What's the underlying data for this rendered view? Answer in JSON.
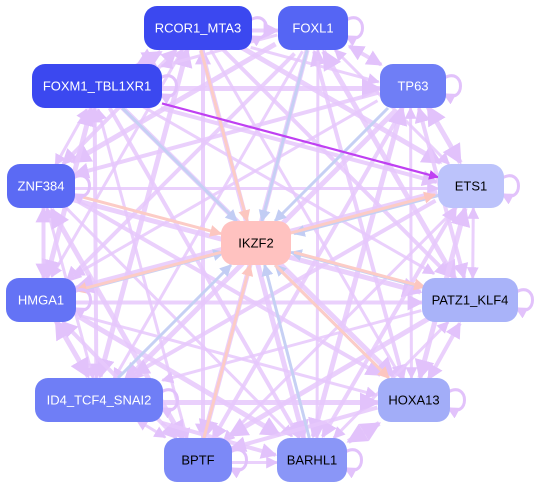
{
  "graph": {
    "colors": {
      "edge_default": "#e6c8fb",
      "edge_blue": "#c6d0f4",
      "edge_peach": "#fcccc6",
      "edge_highlight": "#bf40f2",
      "self_loop": "#e2c2fb"
    },
    "nodes": [
      {
        "id": "RCOR1_MTA3",
        "label": "RCOR1_MTA3",
        "fill": "#3b48f0",
        "text_color": "#ffffff"
      },
      {
        "id": "FOXL1",
        "label": "FOXL1",
        "fill": "#5565f4",
        "text_color": "#ffffff"
      },
      {
        "id": "FOXM1_TBL1XR1",
        "label": "FOXM1_TBL1XR1",
        "fill": "#3b48f0",
        "text_color": "#ffffff"
      },
      {
        "id": "TP63",
        "label": "TP63",
        "fill": "#6f7ef6",
        "text_color": "#ffffff"
      },
      {
        "id": "ZNF384",
        "label": "ZNF384",
        "fill": "#5b6af4",
        "text_color": "#ffffff"
      },
      {
        "id": "ETS1",
        "label": "ETS1",
        "fill": "#bcc3fb",
        "text_color": "#000000"
      },
      {
        "id": "IKZF2",
        "label": "IKZF2",
        "fill": "#ffc2c0",
        "text_color": "#000000"
      },
      {
        "id": "HMGA1",
        "label": "HMGA1",
        "fill": "#6473f5",
        "text_color": "#ffffff"
      },
      {
        "id": "PATZ1_KLF4",
        "label": "PATZ1_KLF4",
        "fill": "#a9b3f9",
        "text_color": "#000000"
      },
      {
        "id": "ID4_TCF4_SNAI2",
        "label": "ID4_TCF4_SNAI2",
        "fill": "#6f7ef6",
        "text_color": "#ffffff"
      },
      {
        "id": "HOXA13",
        "label": "HOXA13",
        "fill": "#a2adf8",
        "text_color": "#000000"
      },
      {
        "id": "BPTF",
        "label": "BPTF",
        "fill": "#7c89f7",
        "text_color": "#000000"
      },
      {
        "id": "BARHL1",
        "label": "BARHL1",
        "fill": "#8a96f7",
        "text_color": "#000000"
      }
    ],
    "edges_to_hub": [
      {
        "from": "RCOR1_MTA3",
        "to": "IKZF2",
        "color": "peach"
      },
      {
        "from": "FOXL1",
        "to": "IKZF2",
        "color": "blue"
      },
      {
        "from": "FOXM1_TBL1XR1",
        "to": "IKZF2",
        "color": "blue"
      },
      {
        "from": "TP63",
        "to": "IKZF2",
        "color": "blue"
      },
      {
        "from": "ZNF384",
        "to": "IKZF2",
        "color": "peach"
      },
      {
        "from": "HMGA1",
        "to": "IKZF2",
        "color": "blue"
      },
      {
        "from": "ID4_TCF4_SNAI2",
        "to": "IKZF2",
        "color": "blue"
      },
      {
        "from": "BPTF",
        "to": "IKZF2",
        "color": "peach"
      },
      {
        "from": "BARHL1",
        "to": "IKZF2",
        "color": "blue"
      },
      {
        "from": "HOXA13",
        "to": "IKZF2",
        "color": "blue"
      },
      {
        "from": "PATZ1_KLF4",
        "to": "IKZF2",
        "color": "blue"
      },
      {
        "from": "ETS1",
        "to": "IKZF2",
        "color": "blue"
      },
      {
        "from": "IKZF2",
        "to": "ETS1",
        "color": "peach"
      },
      {
        "from": "IKZF2",
        "to": "HMGA1",
        "color": "peach"
      },
      {
        "from": "IKZF2",
        "to": "PATZ1_KLF4",
        "color": "peach"
      },
      {
        "from": "IKZF2",
        "to": "HOXA13",
        "color": "peach"
      }
    ],
    "highlight_edge": {
      "from": "FOXM1_TBL1XR1",
      "to": "ETS1"
    }
  }
}
